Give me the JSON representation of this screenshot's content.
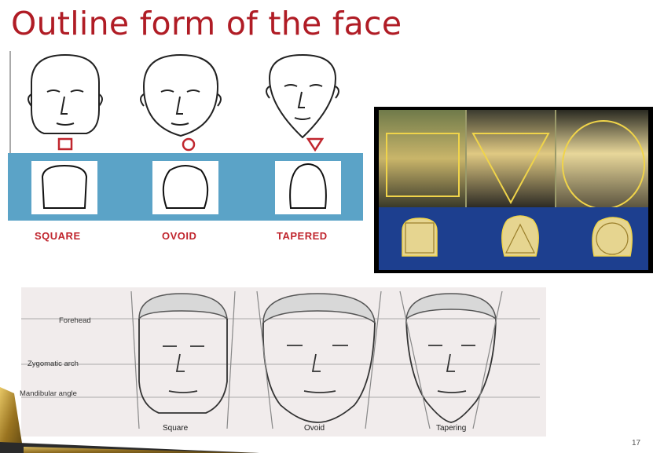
{
  "slide": {
    "title": "Outline form of the face",
    "page_number": "17"
  },
  "outline_panel": {
    "shapes": [
      {
        "label": "SQUARE",
        "symbol": "square-symbol-icon"
      },
      {
        "label": "OVOID",
        "symbol": "circle-symbol-icon"
      },
      {
        "label": "TAPERED",
        "symbol": "triangle-symbol-icon"
      }
    ],
    "colors": {
      "band": "#5ba3c7",
      "label": "#c0262e"
    }
  },
  "photo_panel": {
    "colors": {
      "background": "#1d3f8f",
      "outline": "#f0d44a"
    }
  },
  "diagram_panel": {
    "landmarks": [
      "Forehead",
      "Zygomatic arch",
      "Mandibular angle"
    ],
    "captions": [
      "Square",
      "Ovoid",
      "Tapering"
    ]
  },
  "colors": {
    "title": "#b01c25",
    "accent_gold": "#b8952e"
  }
}
